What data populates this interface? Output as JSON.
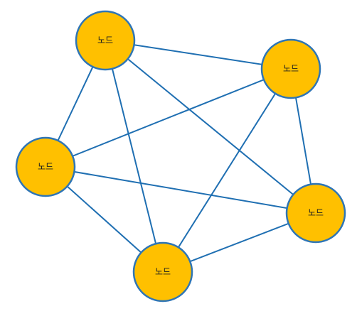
{
  "diagram": {
    "title": "",
    "nodes": [
      {
        "id": "n1",
        "label": "노드"
      },
      {
        "id": "n2",
        "label": "노드"
      },
      {
        "id": "n3",
        "label": "노드"
      },
      {
        "id": "n4",
        "label": "노드"
      },
      {
        "id": "n5",
        "label": "노드"
      }
    ],
    "edges": [
      [
        "n1",
        "n2"
      ],
      [
        "n1",
        "n3"
      ],
      [
        "n1",
        "n4"
      ],
      [
        "n1",
        "n5"
      ],
      [
        "n2",
        "n3"
      ],
      [
        "n2",
        "n4"
      ],
      [
        "n2",
        "n5"
      ],
      [
        "n3",
        "n4"
      ],
      [
        "n3",
        "n5"
      ],
      [
        "n4",
        "n5"
      ]
    ],
    "colors": {
      "node_fill": "#FFC000",
      "node_stroke": "#2E75B6",
      "edge": "#1F6FB2"
    }
  }
}
